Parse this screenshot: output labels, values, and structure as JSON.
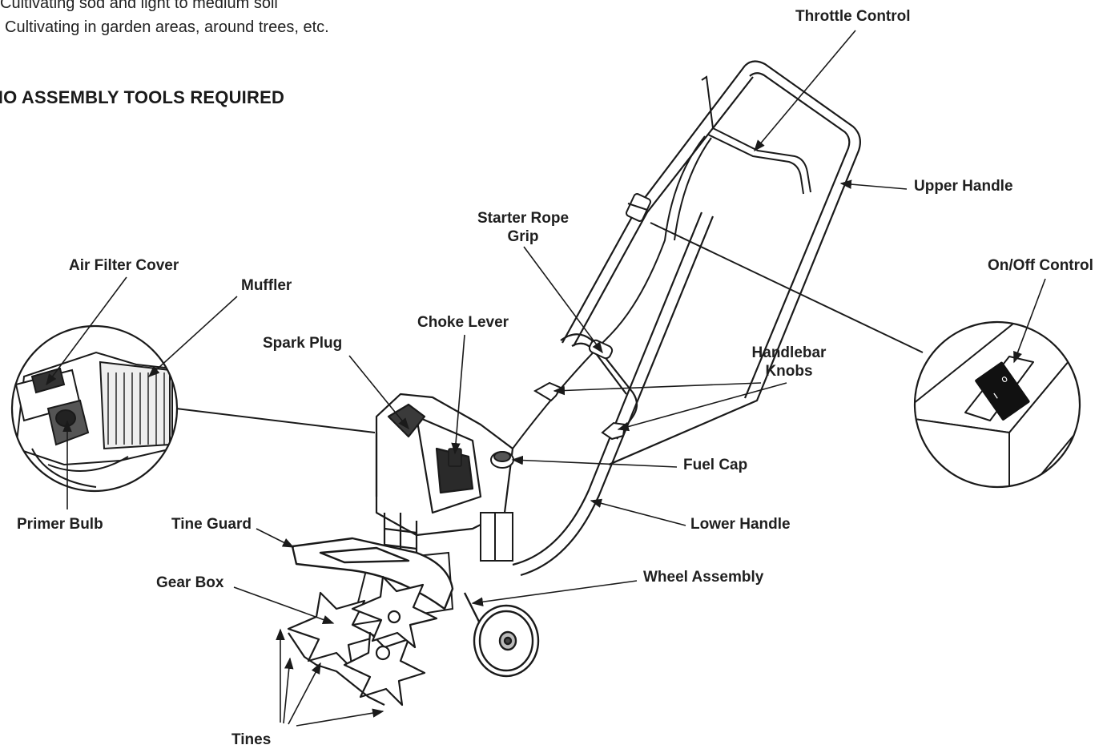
{
  "intro": {
    "line1": "Cultivating sod and light to medium soil",
    "line2": "Cultivating in garden areas, around trees, etc."
  },
  "heading": "NO ASSEMBLY TOOLS REQUIRED",
  "labels": {
    "throttle_control": "Throttle Control",
    "upper_handle": "Upper Handle",
    "starter_rope_grip_1": "Starter Rope",
    "starter_rope_grip_2": "Grip",
    "on_off_control": "On/Off Control",
    "air_filter_cover": "Air Filter Cover",
    "muffler": "Muffler",
    "choke_lever": "Choke Lever",
    "spark_plug": "Spark Plug",
    "handlebar_knobs_1": "Handlebar",
    "handlebar_knobs_2": "Knobs",
    "fuel_cap": "Fuel Cap",
    "primer_bulb": "Primer Bulb",
    "tine_guard": "Tine Guard",
    "lower_handle": "Lower Handle",
    "gear_box": "Gear Box",
    "wheel_assembly": "Wheel Assembly",
    "tines": "Tines"
  },
  "switch_marks": {
    "on": "ı",
    "off": "o"
  },
  "colors": {
    "line": "#1a1a1a",
    "switch": "#111111"
  }
}
